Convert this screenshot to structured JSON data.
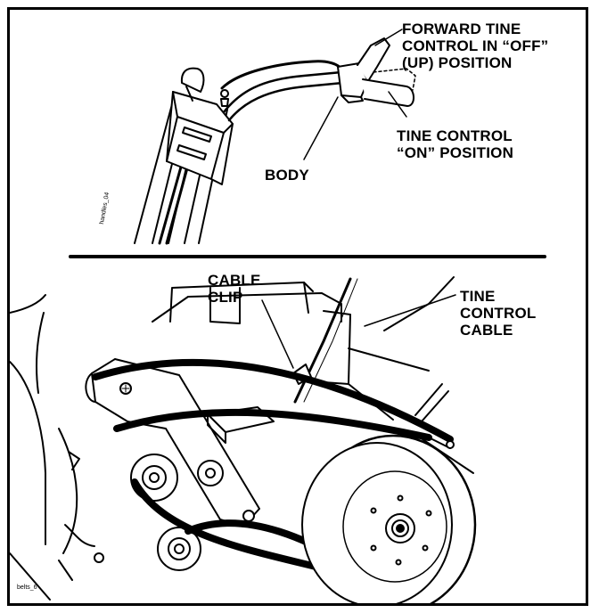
{
  "figure_top": {
    "labels": {
      "forward_tine_control": [
        "FORWARD TINE",
        "CONTROL IN “OFF”",
        "(UP) POSITION"
      ],
      "tine_control_on": [
        "TINE CONTROL",
        "“ON” POSITION"
      ],
      "body": "BODY"
    },
    "file_tag": "handles_04"
  },
  "figure_bottom": {
    "labels": {
      "cable_clip": [
        "CABLE",
        "CLIP"
      ],
      "tine_control_cable": [
        "TINE",
        "CONTROL",
        "CABLE"
      ]
    },
    "file_tag": "belts_6"
  }
}
